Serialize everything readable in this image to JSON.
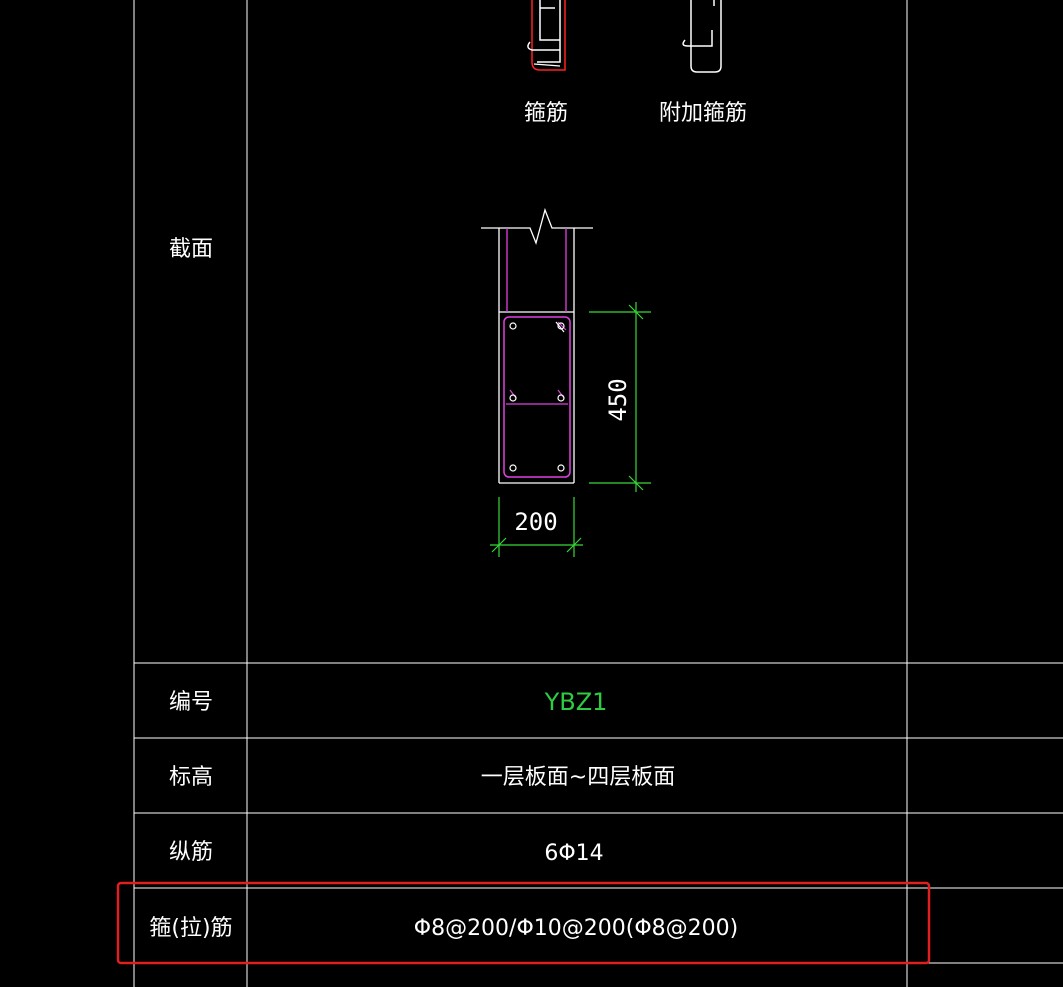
{
  "legend": {
    "stirrup_label": "箍筋",
    "extra_stirrup_label": "附加箍筋"
  },
  "section": {
    "row_label": "截面",
    "dim_height": "450",
    "dim_width": "200"
  },
  "table": {
    "rows": [
      {
        "label": "编号",
        "value": "YBZ1"
      },
      {
        "label": "标高",
        "value": "一层板面~四层板面"
      },
      {
        "label": "纵筋",
        "value": "6Φ14"
      },
      {
        "label": "箍(拉)筋",
        "value": "Φ8@200/Φ10@200(Φ8@200)"
      }
    ]
  },
  "colors": {
    "grid_line": "#ffffff",
    "rebar": "#e040e0",
    "dimension": "#38d838",
    "id_text": "#2ecc40",
    "highlight": "#e02020",
    "legend_red": "#ff2020",
    "background": "#000000"
  }
}
